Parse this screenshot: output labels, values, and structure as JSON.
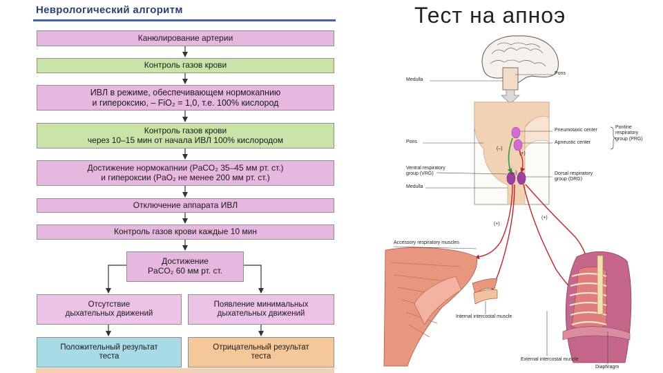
{
  "algorithm": {
    "title": "Неврологический алгоритм",
    "steps": {
      "s1": "Канюлирование артерии",
      "s2": "Контроль газов крови",
      "s3_l1": "ИВЛ в режиме, обеспечивающем нормокапнию",
      "s3_l2": "и гипероксию, – FiO₂ = 1,0, т.е. 100% кислород",
      "s4_l1": "Контроль газов крови",
      "s4_l2": "через 10–15 мин от начала ИВЛ 100% кислородом",
      "s5_l1": "Достижение нормокапнии (PaCO₂ 35–45 мм рт. ст.)",
      "s5_l2": "и гипероксии (PaO₂ не менее 200 мм рт. ст.)",
      "s6": "Отключение аппарата ИВЛ",
      "s7": "Контроль газов крови каждые 10 мин",
      "s8_l1": "Достижение",
      "s8_l2": "PaCO₂ 60 мм рт. ст.",
      "left_branch_l1": "Отсутствие",
      "left_branch_l2": "дыхательных движений",
      "right_branch_l1": "Появление минимальных",
      "right_branch_l2": "дыхательных движений",
      "left_result_l1": "Положительный результат",
      "left_result_l2": "теста",
      "right_result_l1": "Отрицательный результат",
      "right_result_l2": "теста"
    }
  },
  "slide_title": "Тест на апноэ",
  "anatomy": {
    "medulla_top": "Medulla",
    "pons_top": "Pons",
    "pons_side": "Pons",
    "pneumotaxic": "Pneumotaxic center",
    "apneustic": "Apneustic center",
    "pontine_group_l1": "Pontine",
    "pontine_group_l2": "respiratory",
    "pontine_group_l3": "group (PRG)",
    "vrg_l1": "Ventral respiratory",
    "vrg_l2": "group (VRG)",
    "medulla_side": "Medulla",
    "drg_l1": "Dorsal respiratory",
    "drg_l2": "group (DRG)",
    "minus_1": "(–)",
    "plus_1": "(+)",
    "minus_2": "(–)",
    "plus_left": "(+)",
    "plus_right": "(+)",
    "accessory": "Accessory respiratory muscles",
    "internal_intercostal": "Internal intercostal muscle",
    "external_intercostal": "External intercostal muscle",
    "diaphragm": "Diaphragm"
  }
}
